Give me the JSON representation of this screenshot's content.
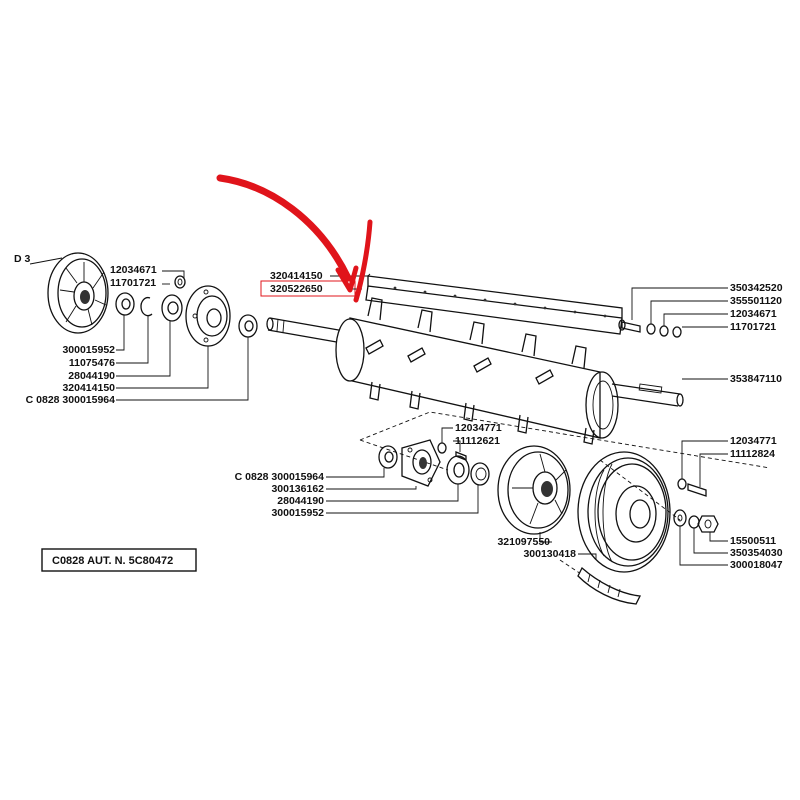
{
  "section_code": "D 3",
  "footer_box": "C0828  AUT. N. 5C80472",
  "colors": {
    "ink": "#111111",
    "highlight_arrow": "#e0141b",
    "highlight_box": "#e0141b"
  },
  "left_assembly": {
    "top_labels": [
      "12034671",
      "11701721"
    ],
    "bottom_labels": [
      "300015952",
      "11075476",
      "28044190",
      "320414150",
      "C 0828 300015964"
    ]
  },
  "top_roller": {
    "labels": [
      "320414150",
      "320522650"
    ]
  },
  "right_bolt_labels": [
    "350342520",
    "355501120",
    "12034671",
    "11701721"
  ],
  "shaft_label": "353847110",
  "middle_assembly": {
    "top_labels": [
      "12034771",
      "11112621"
    ],
    "left_labels": [
      "C 0828 300015964",
      "300136162",
      "28044190",
      "300015952"
    ]
  },
  "pulley_assembly": {
    "bottom_labels": [
      "321097550",
      "300130418"
    ],
    "right_labels": [
      "12034771",
      "11112824",
      "15500511",
      "350354030",
      "300018047"
    ]
  }
}
